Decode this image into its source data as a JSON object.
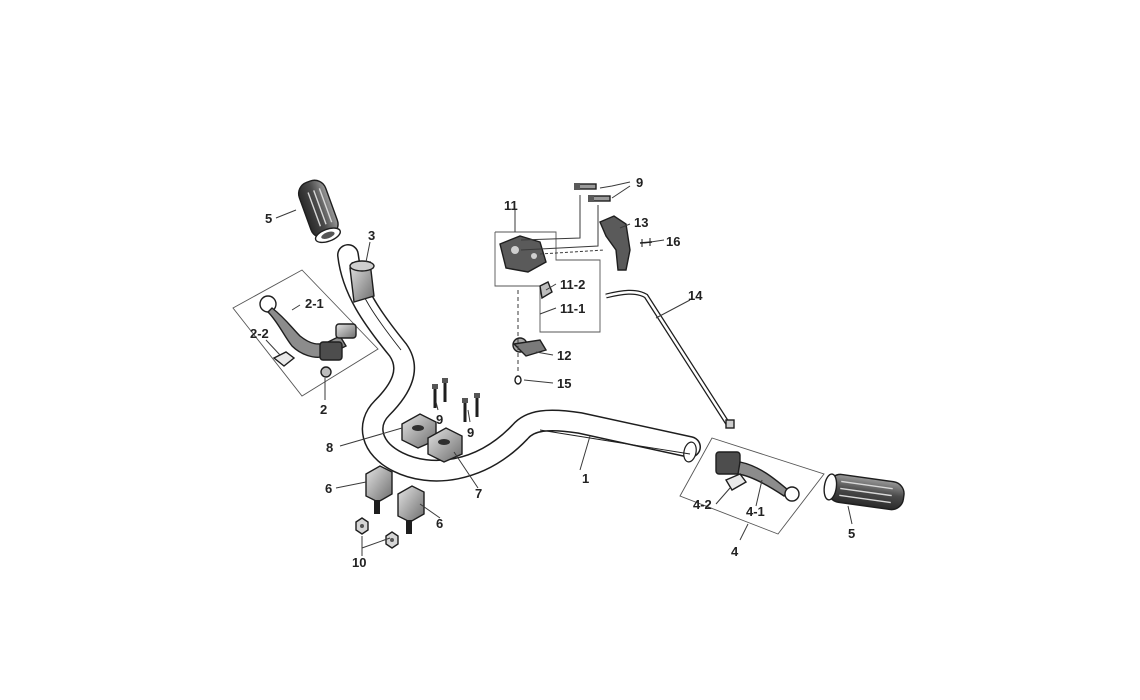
{
  "callouts": {
    "c1": "1",
    "c2": "2",
    "c2_1": "2-1",
    "c2_2": "2-2",
    "c3": "3",
    "c4": "4",
    "c4_1": "4-1",
    "c4_2": "4-2",
    "c5_left": "5",
    "c5_right": "5",
    "c6_left": "6",
    "c6_right": "6",
    "c7": "7",
    "c8": "8",
    "c9_top": "9",
    "c9_a": "9",
    "c9_b": "9",
    "c10": "10",
    "c11": "11",
    "c11_1": "11-1",
    "c11_2": "11-2",
    "c12": "12",
    "c13": "13",
    "c14": "14",
    "c15": "15",
    "c16": "16"
  }
}
